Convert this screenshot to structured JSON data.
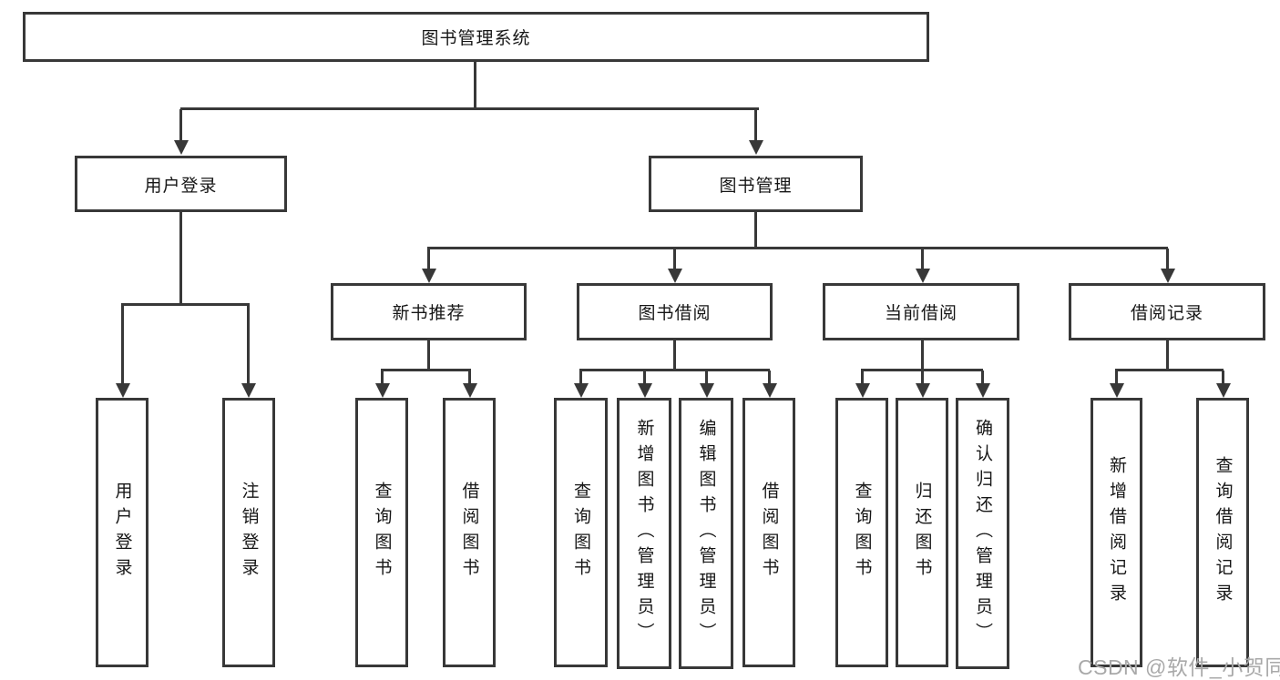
{
  "diagram": {
    "type": "hierarchy-flowchart",
    "title": "图书管理系统",
    "watermark": "CSDN @软件_小贺同学",
    "colors": {
      "line": "#383838",
      "box_border": "#383838",
      "text": "#161616",
      "background": "#ffffff",
      "watermark": "#a9a9a9"
    },
    "nodes": {
      "root": {
        "label": "图书管理系统"
      },
      "level2": [
        {
          "id": "user-login",
          "label": "用户登录",
          "parent": "图书管理系统"
        },
        {
          "id": "book-management",
          "label": "图书管理",
          "parent": "图书管理系统"
        }
      ],
      "level3": [
        {
          "id": "new-book-recommend",
          "label": "新书推荐",
          "parent": "图书管理"
        },
        {
          "id": "book-borrowing",
          "label": "图书借阅",
          "parent": "图书管理"
        },
        {
          "id": "current-borrowing",
          "label": "当前借阅",
          "parent": "图书管理"
        },
        {
          "id": "borrowing-records",
          "label": "借阅记录",
          "parent": "图书管理"
        }
      ],
      "leaves": [
        {
          "label": "用户登录",
          "parent": "用户登录"
        },
        {
          "label": "注销登录",
          "parent": "用户登录"
        },
        {
          "label": "查询图书",
          "parent": "新书推荐"
        },
        {
          "label": "借阅图书",
          "parent": "新书推荐"
        },
        {
          "label": "查询图书",
          "parent": "图书借阅"
        },
        {
          "label": "新增图书（管理员）",
          "parent": "图书借阅"
        },
        {
          "label": "编辑图书（管理员）",
          "parent": "图书借阅"
        },
        {
          "label": "借阅图书",
          "parent": "图书借阅"
        },
        {
          "label": "查询图书",
          "parent": "当前借阅"
        },
        {
          "label": "归还图书",
          "parent": "当前借阅"
        },
        {
          "label": "确认归还（管理员）",
          "parent": "当前借阅"
        },
        {
          "label": "新增借阅记录",
          "parent": "借阅记录"
        },
        {
          "label": "查询借阅记录",
          "parent": "借阅记录"
        }
      ]
    }
  }
}
